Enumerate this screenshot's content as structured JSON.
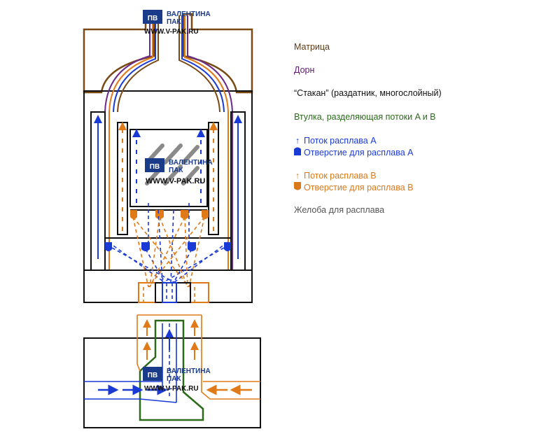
{
  "watermark": {
    "badge": "ПВ",
    "name_line1": "ВАЛЕНТИНА",
    "name_line2": "ПАК",
    "url": "WWW.V-PAK.RU"
  },
  "legend": {
    "die": {
      "label": "Матрица",
      "color": "#5a3a10"
    },
    "mandrel": {
      "label": "Дорн",
      "color": "#5c1a6e"
    },
    "cup": {
      "label": "“Стакан” (раздатник, многослойный)",
      "color": "#111111"
    },
    "sleeve": {
      "label": "Втулка, разделяющая потоки A и B",
      "color": "#2a6a1a"
    },
    "flow_a": {
      "label": "Поток расплава A",
      "color": "#1a3ad6"
    },
    "hole_a": {
      "label": "Отверстие для расплава A",
      "color": "#1a3ad6"
    },
    "flow_b": {
      "label": "Поток расплава B",
      "color": "#d9791a"
    },
    "hole_b": {
      "label": "Отверстие для расплава B",
      "color": "#d9791a"
    },
    "channels": {
      "label": "Желоба для расплава",
      "color": "#555555"
    }
  },
  "colors": {
    "die": "#7a4a14",
    "mandrel": "#6a2a8a",
    "cup": "#111111",
    "sleeve": "#2a6a1a",
    "flow_a": "#1a3ad6",
    "flow_b": "#e07a18",
    "channel": "#8a8a8a"
  }
}
